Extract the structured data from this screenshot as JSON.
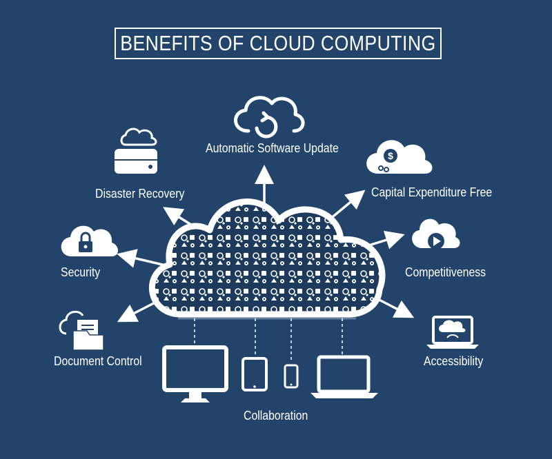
{
  "title": "BENEFITS OF CLOUD COMPUTING",
  "benefits": {
    "automatic_update": "Automatic Software Update",
    "disaster_recovery": "Disaster Recovery",
    "capex_free": "Capital Expenditure Free",
    "security": "Security",
    "competitiveness": "Competitiveness",
    "document_control": "Document Control",
    "accessibility": "Accessibility",
    "collaboration": "Collaboration"
  },
  "colors": {
    "background": "#22436a",
    "foreground": "#ffffff",
    "cloud_fill": "#1d3a5c"
  }
}
